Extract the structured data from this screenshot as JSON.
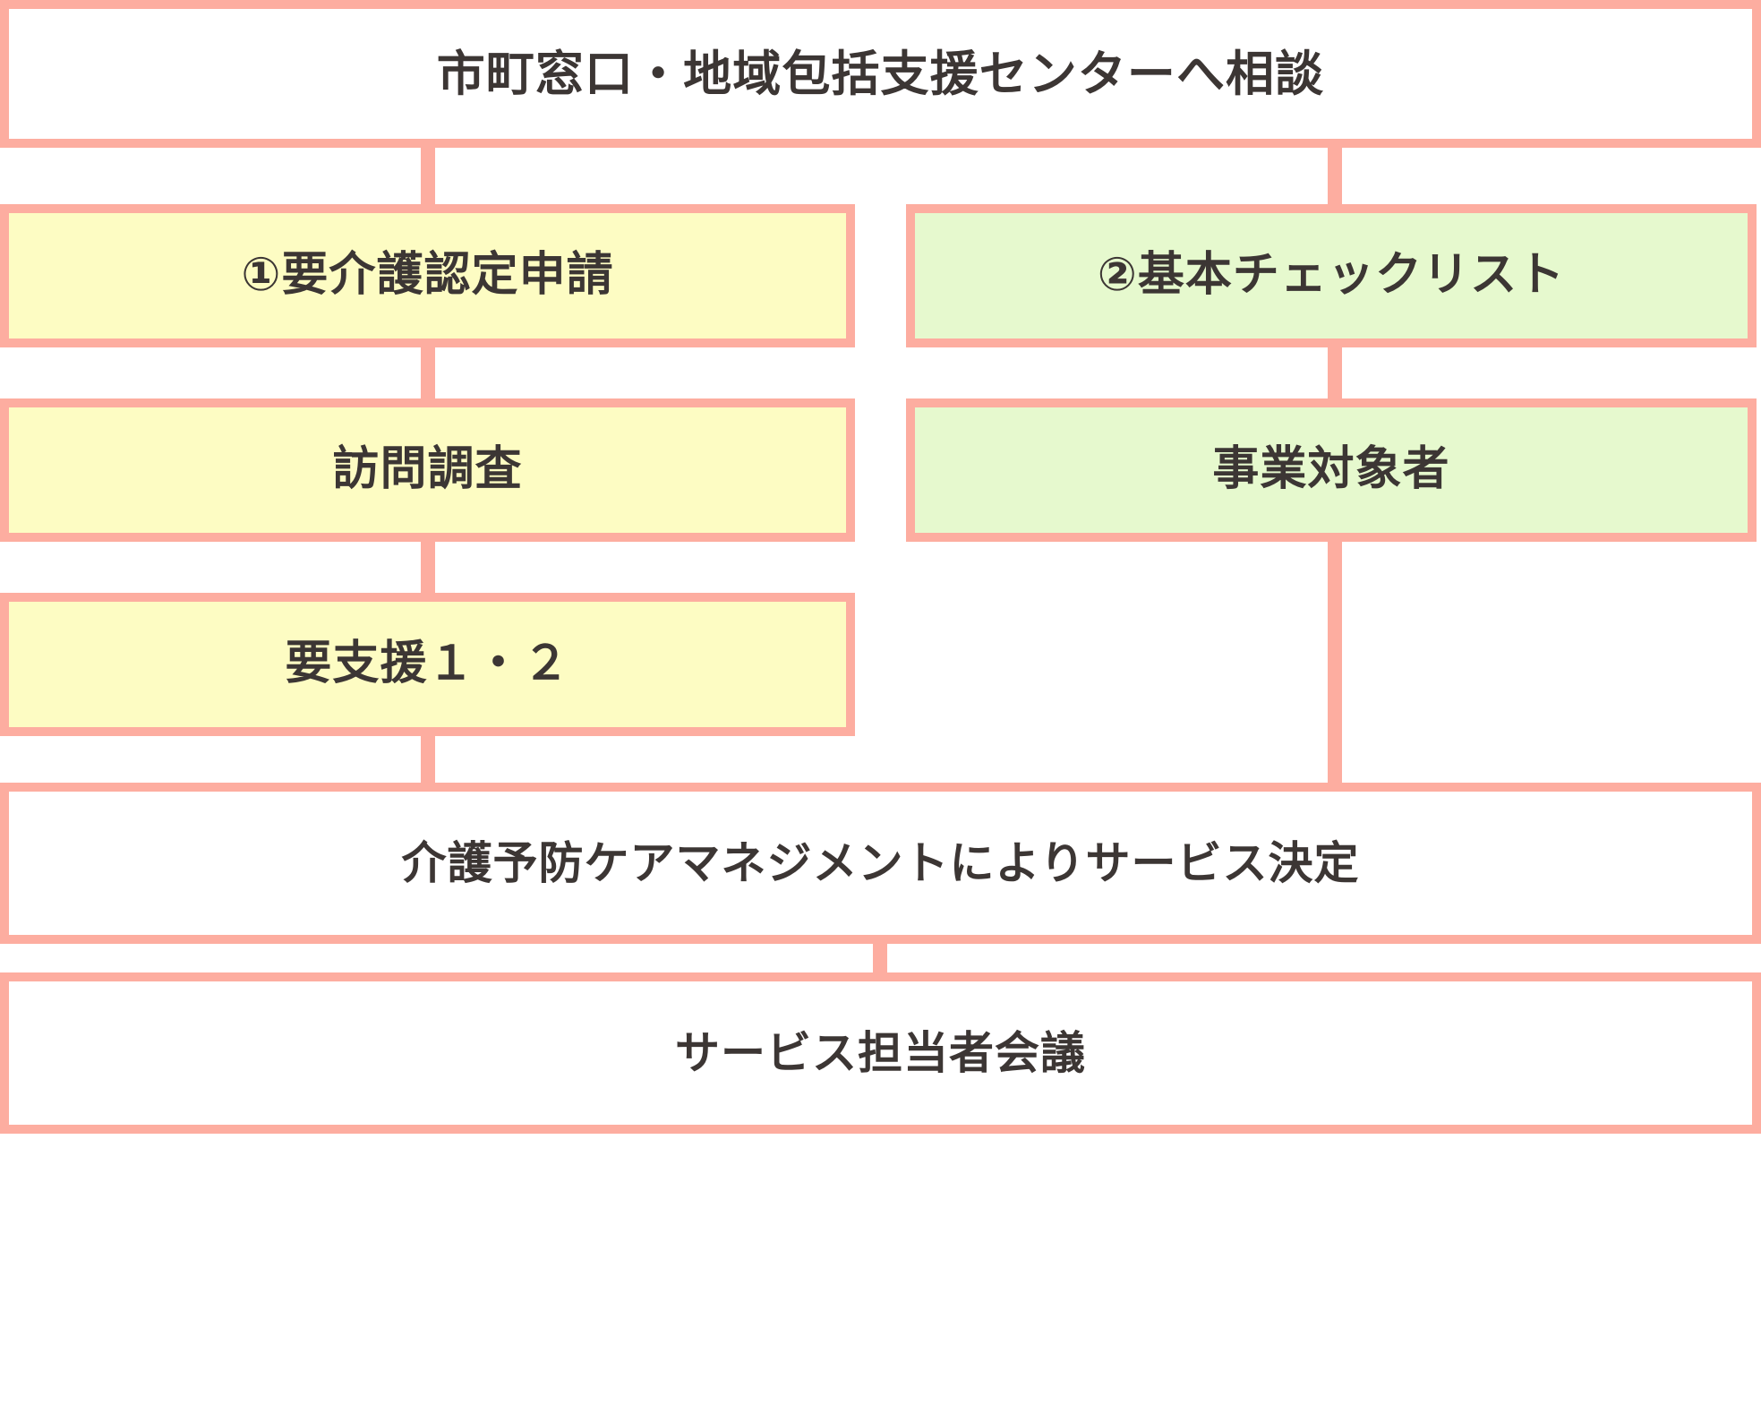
{
  "diagram": {
    "type": "flowchart",
    "orientation": "top-to-bottom",
    "palette": {
      "connector": "#fdada0",
      "border": "#fdada0",
      "fill_yellow": "#fdfcc3",
      "fill_green": "#e6f9ce",
      "fill_white": "#ffffff",
      "text": "#3c3634",
      "background": "#ffffff"
    },
    "nodes": [
      {
        "id": "consultation",
        "label": "市町窓口・地域包括支援センターへ相談",
        "fill": "white",
        "column": "full",
        "level": 1
      },
      {
        "id": "care-need-application",
        "label": "①要介護認定申請",
        "fill": "yellow",
        "column": "left",
        "level": 2
      },
      {
        "id": "basic-checklist",
        "label": "②基本チェックリスト",
        "fill": "green",
        "column": "right",
        "level": 2
      },
      {
        "id": "home-visit-survey",
        "label": "訪問調査",
        "fill": "yellow",
        "column": "left",
        "level": 3
      },
      {
        "id": "program-target-person",
        "label": "事業対象者",
        "fill": "green",
        "column": "right",
        "level": 3
      },
      {
        "id": "support-level-1-2",
        "label": "要支援１・２",
        "fill": "yellow",
        "column": "left",
        "level": 4
      },
      {
        "id": "care-prevention-management",
        "label": "介護予防ケアマネジメントによりサービス決定",
        "fill": "white",
        "column": "full",
        "level": 5
      },
      {
        "id": "service-staff-meeting",
        "label": "サービス担当者会議",
        "fill": "white",
        "column": "full",
        "level": 6
      }
    ],
    "edges": [
      {
        "from": "consultation",
        "to": "care-need-application"
      },
      {
        "from": "consultation",
        "to": "basic-checklist"
      },
      {
        "from": "care-need-application",
        "to": "home-visit-survey"
      },
      {
        "from": "basic-checklist",
        "to": "program-target-person"
      },
      {
        "from": "home-visit-survey",
        "to": "support-level-1-2"
      },
      {
        "from": "support-level-1-2",
        "to": "care-prevention-management"
      },
      {
        "from": "program-target-person",
        "to": "care-prevention-management"
      },
      {
        "from": "care-prevention-management",
        "to": "service-staff-meeting"
      }
    ]
  }
}
